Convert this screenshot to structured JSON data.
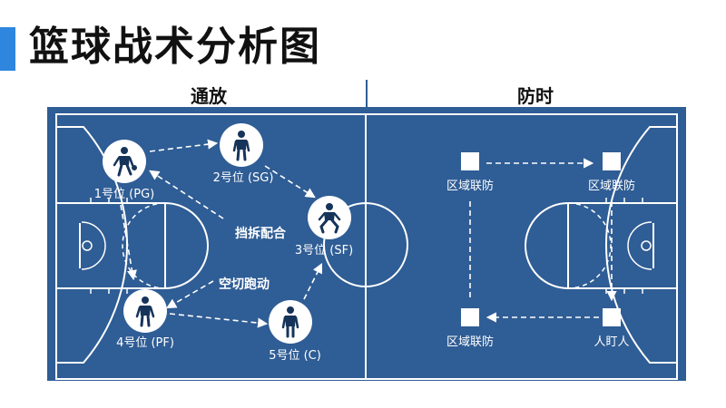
{
  "title": "篮球战术分析图",
  "offense": {
    "title": "通放",
    "players": [
      {
        "id": "pg",
        "label": "1号位 (PG)"
      },
      {
        "id": "sg",
        "label": "2号位 (SG)"
      },
      {
        "id": "sf",
        "label": "3号位 (SF)"
      },
      {
        "id": "pf",
        "label": "4号位 (PF)"
      },
      {
        "id": "c",
        "label": "5号位 (C)"
      }
    ],
    "annotations": {
      "screen": "挡拆配合",
      "cut": "空切跑动"
    }
  },
  "defense": {
    "title": "防时",
    "positions": [
      {
        "id": "d1",
        "label": "区域联防"
      },
      {
        "id": "d2",
        "label": "区域联防"
      },
      {
        "id": "d3",
        "label": "区域联防"
      },
      {
        "id": "d4",
        "label": "人盯人"
      }
    ]
  },
  "colors": {
    "court": "#2f5d95",
    "lines": "#ffffff",
    "accent": "#2e86de"
  }
}
